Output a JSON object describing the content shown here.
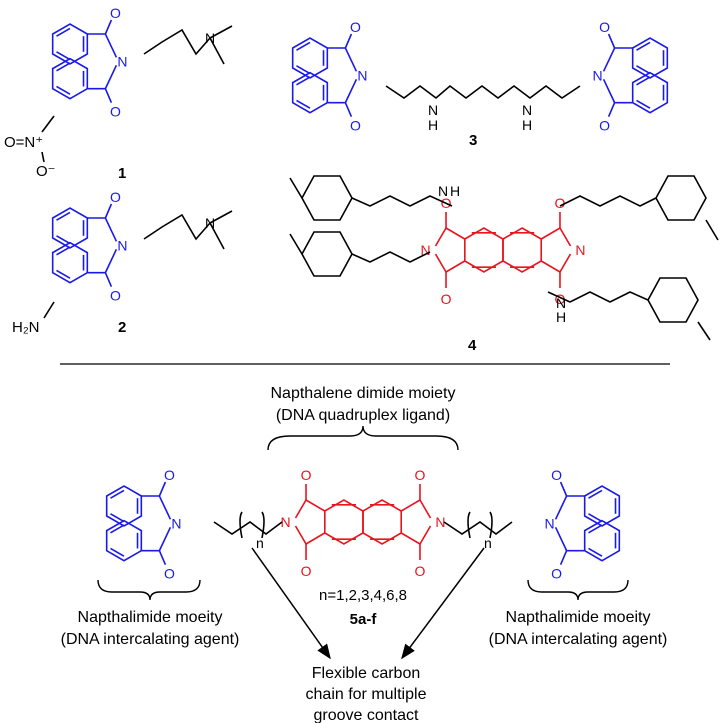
{
  "compounds": {
    "c1": {
      "number": "1",
      "nitro_label": "O=N⁺",
      "nitro_o_minus": "O⁻"
    },
    "c2": {
      "number": "2",
      "amine_label": "H₂N"
    },
    "c3": {
      "number": "3"
    },
    "c4": {
      "number": "4"
    },
    "c5": {
      "number": "5a-f",
      "n_values": "n=1,2,3,4,6,8",
      "repeat_n": "n"
    }
  },
  "annotations": {
    "ndi_title": "Napthalene dimide moiety",
    "ndi_sub": "(DNA quadruplex ligand)",
    "left_title": "Napthalimide moeity",
    "left_sub": "(DNA intercalating agent)",
    "right_title": "Napthalimide moeity",
    "right_sub": "(DNA intercalating agent)",
    "chain_line1": "Flexible carbon",
    "chain_line2": "chain for multiple",
    "chain_line3": "groove contact"
  },
  "atoms": {
    "O": "O",
    "N": "N",
    "H": "H"
  },
  "colors": {
    "naphthalimide": "#1a1ae6",
    "ndi": "#e8141e",
    "chain": "#000000"
  }
}
